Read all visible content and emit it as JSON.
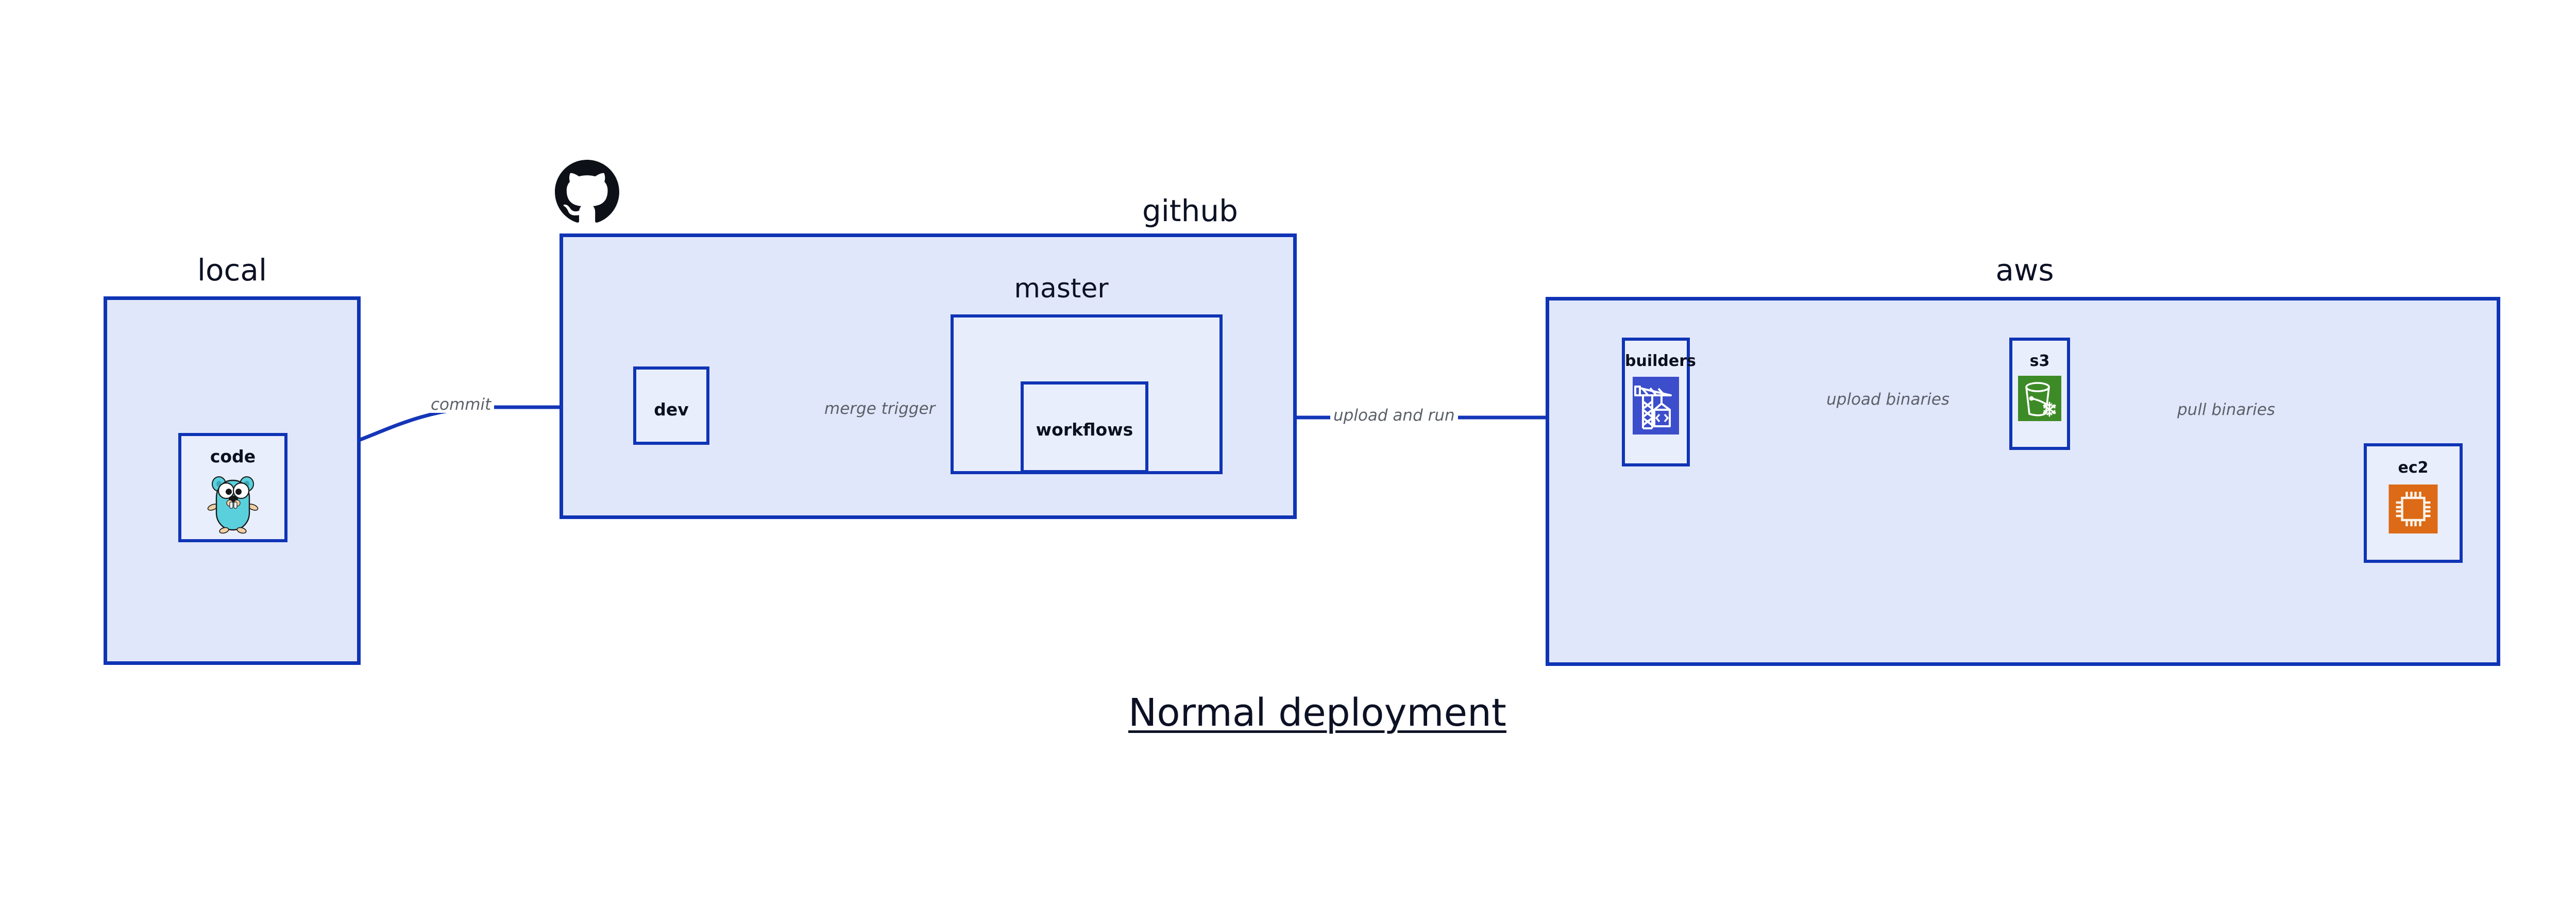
{
  "diagram": {
    "caption": "Normal deployment",
    "groups": [
      {
        "id": "local",
        "title": "local"
      },
      {
        "id": "github",
        "title": "github"
      },
      {
        "id": "master",
        "title": "master"
      },
      {
        "id": "aws",
        "title": "aws"
      }
    ],
    "nodes": [
      {
        "id": "code",
        "label": "code",
        "icon": "go-gopher-icon"
      },
      {
        "id": "dev",
        "label": "dev",
        "icon": ""
      },
      {
        "id": "workflows",
        "label": "workflows",
        "icon": ""
      },
      {
        "id": "builders",
        "label": "builders",
        "icon": "aws-builders-crane-icon"
      },
      {
        "id": "s3",
        "label": "s3",
        "icon": "aws-s3-bucket-icon"
      },
      {
        "id": "ec2",
        "label": "ec2",
        "icon": "aws-ec2-chip-icon"
      }
    ],
    "edges": [
      {
        "id": "commit",
        "label": "commit",
        "from": "code",
        "to": "dev"
      },
      {
        "id": "merge-trigger",
        "label": "merge trigger",
        "from": "dev",
        "to": "workflows"
      },
      {
        "id": "upload-and-run",
        "label": "upload and run",
        "from": "workflows",
        "to": "builders"
      },
      {
        "id": "upload-binaries",
        "label": "upload binaries",
        "from": "builders",
        "to": "s3"
      },
      {
        "id": "pull-binaries",
        "label": "pull binaries",
        "from": "s3",
        "to": "ec2"
      }
    ],
    "logos": [
      {
        "id": "github-logo",
        "name": "github-octocat-logo"
      }
    ],
    "colors": {
      "group_fill": "#e1e7fa",
      "inner_fill": "#e8edfb",
      "node_fill": "#e9eefc",
      "stroke": "#0f34b5",
      "edge_stroke": "#1436b8",
      "edge_label": "#5b6068",
      "title_text": "#0d1124",
      "builders_icon_bg": "#3c4ecb",
      "s3_icon_bg": "#3d8b27",
      "ec2_icon_bg": "#dc6a16",
      "gopher_body": "#5ad0dd"
    }
  }
}
